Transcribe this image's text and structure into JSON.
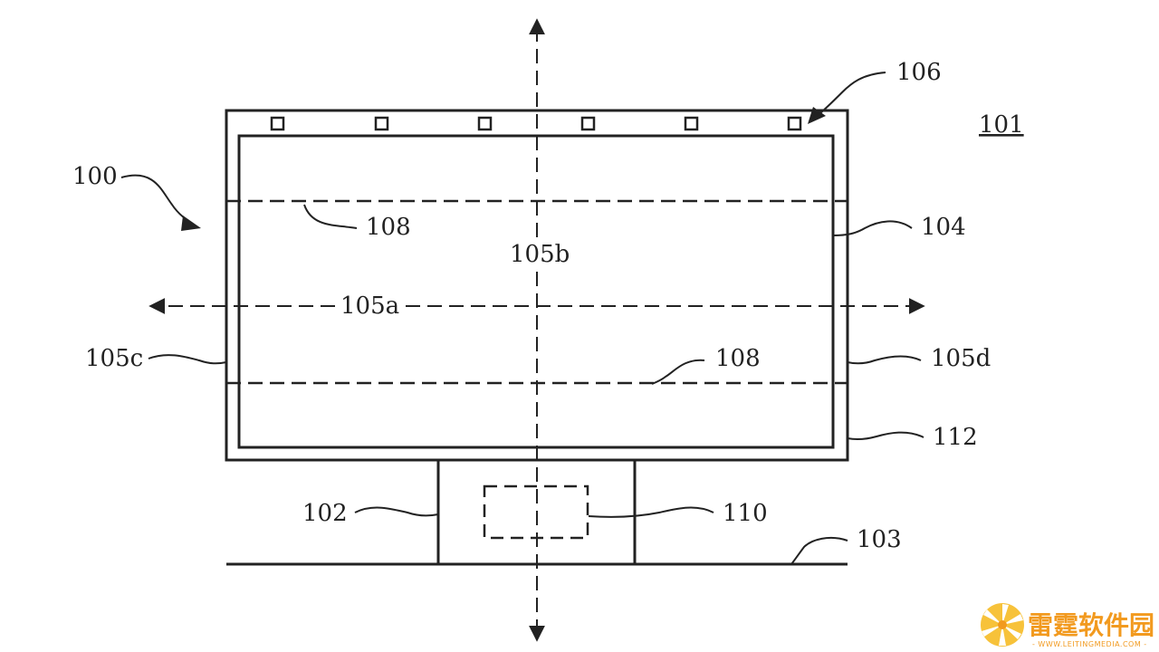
{
  "diagram": {
    "labels": {
      "display": "100",
      "figure": "101",
      "stand": "102",
      "surface": "103",
      "panel": "104",
      "axis_horizontal": "105a",
      "axis_vertical": "105b",
      "edge_left": "105c",
      "edge_right": "105d",
      "emitters": "106",
      "fold_line_top": "108",
      "fold_line_bottom": "108",
      "controller": "110",
      "bezel": "112"
    }
  },
  "watermark": {
    "name": "雷霆软件园",
    "url": "- WWW.LEITINGMEDIA.COM -"
  },
  "colors": {
    "ink": "#222222",
    "brand_orange": "#f29a1f",
    "brand_yellow": "#f7c23a"
  }
}
